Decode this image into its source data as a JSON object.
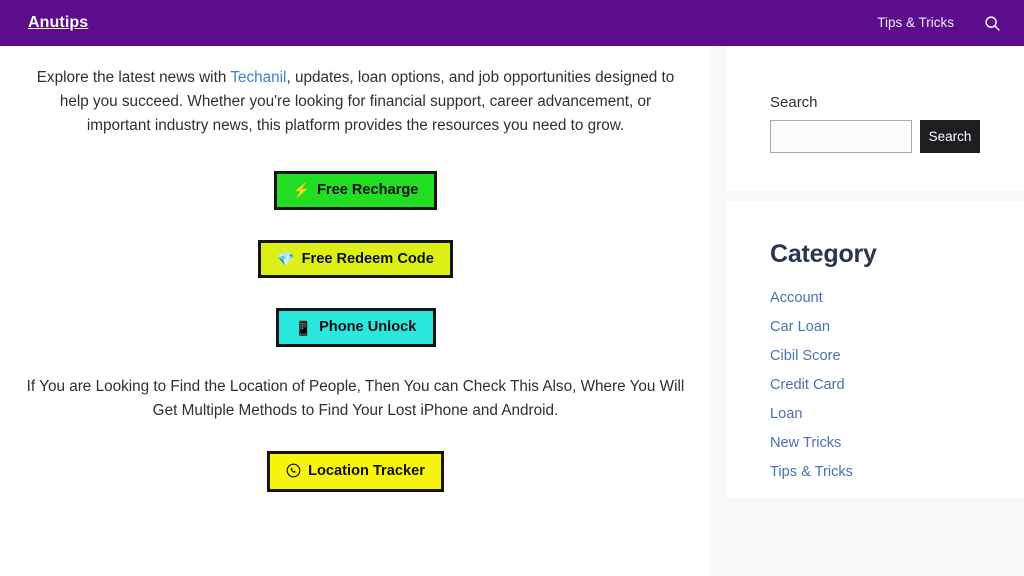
{
  "header": {
    "brand": "Anutips",
    "nav_link": "Tips & Tricks",
    "search_icon_name": "search-icon",
    "background_color": "#5b0d8c",
    "brand_color": "#ffffff"
  },
  "main": {
    "intro_paragraph": {
      "before_link": "Explore the latest news with ",
      "link_text": "Techanil",
      "link_color": "#3b82d4",
      "after_link": ", updates, loan options, and job opportunities designed to help you succeed. Whether you're looking for financial support, career advancement, or important industry news, this platform provides the resources you need to grow."
    },
    "buttons": [
      {
        "label": "Free Recharge",
        "icon": "⚡",
        "icon_name": "lightning-bolt-icon",
        "background_color": "#22dd22",
        "border_color": "#141414",
        "text_color": "#101014"
      },
      {
        "label": "Free Redeem Code",
        "icon": "💎",
        "icon_name": "gem-icon",
        "background_color": "#ddf015",
        "border_color": "#141414",
        "text_color": "#101014"
      },
      {
        "label": "Phone Unlock",
        "icon": "📱",
        "icon_name": "mobile-phone-icon",
        "background_color": "#2ae8dd",
        "border_color": "#141414",
        "text_color": "#101014"
      },
      {
        "label": "Location Tracker",
        "icon": "✆",
        "icon_name": "whatsapp-icon",
        "background_color": "#f7f50d",
        "border_color": "#141414",
        "text_color": "#101014"
      }
    ],
    "mid_paragraph": "If You are Looking to Find the Location of People, Then You can Check This Also, Where You Will Get Multiple Methods to Find Your Lost iPhone and Android."
  },
  "sidebar": {
    "search_widget": {
      "title": "Search",
      "input_value": "",
      "input_placeholder": "",
      "button_label": "Search",
      "button_color": "#1e1e22"
    },
    "category_widget": {
      "title": "Category",
      "title_color": "#2b3450",
      "link_color": "#4a72b0",
      "items": [
        {
          "label": "Account"
        },
        {
          "label": "Car Loan"
        },
        {
          "label": "Cibil Score"
        },
        {
          "label": "Credit Card"
        },
        {
          "label": "Loan"
        },
        {
          "label": "New Tricks"
        },
        {
          "label": "Tips & Tricks"
        }
      ]
    }
  }
}
